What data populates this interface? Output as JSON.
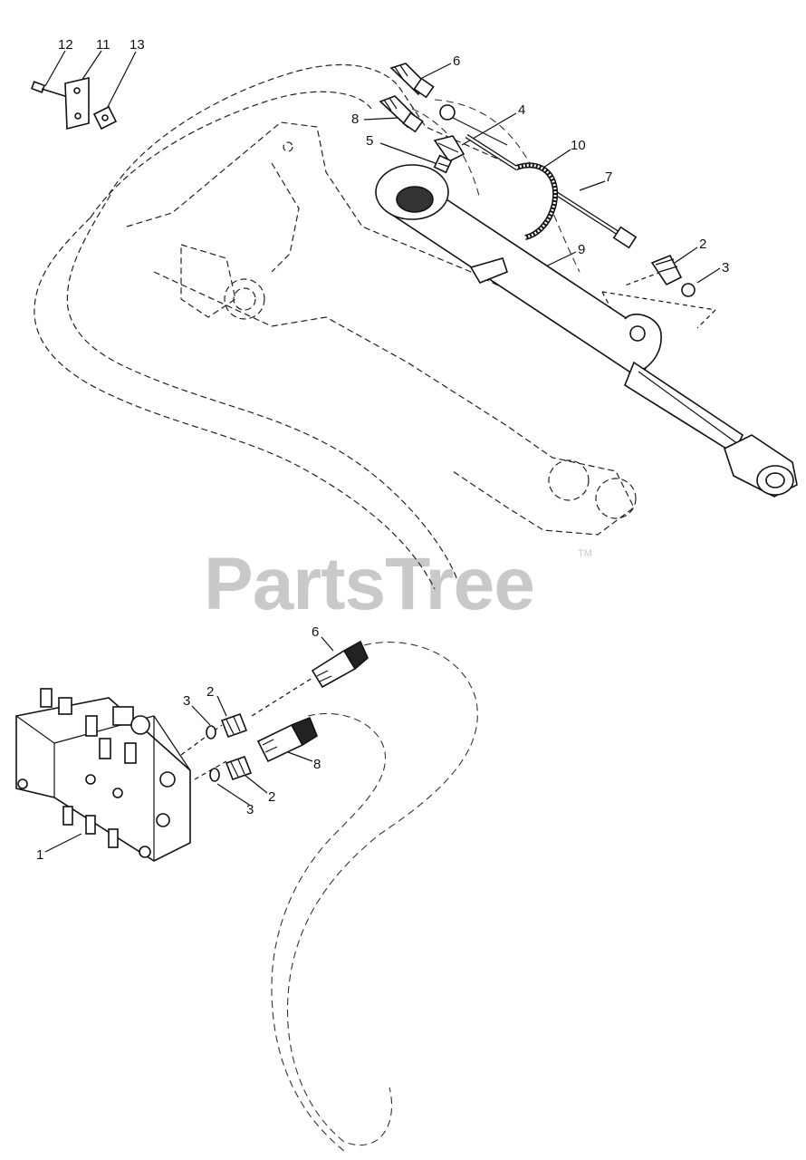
{
  "watermark": {
    "text": "PartsTree",
    "mark": "TM"
  },
  "callouts": {
    "c12": "12",
    "c11": "11",
    "c13": "13",
    "c6a": "6",
    "c8a": "8",
    "c4": "4",
    "c5": "5",
    "c10": "10",
    "c7": "7",
    "c9": "9",
    "c2a": "2",
    "c3a": "3",
    "c6b": "6",
    "c2b": "2",
    "c3b": "3",
    "c8b": "8",
    "c2c": "2",
    "c3c": "3",
    "c1": "1"
  }
}
